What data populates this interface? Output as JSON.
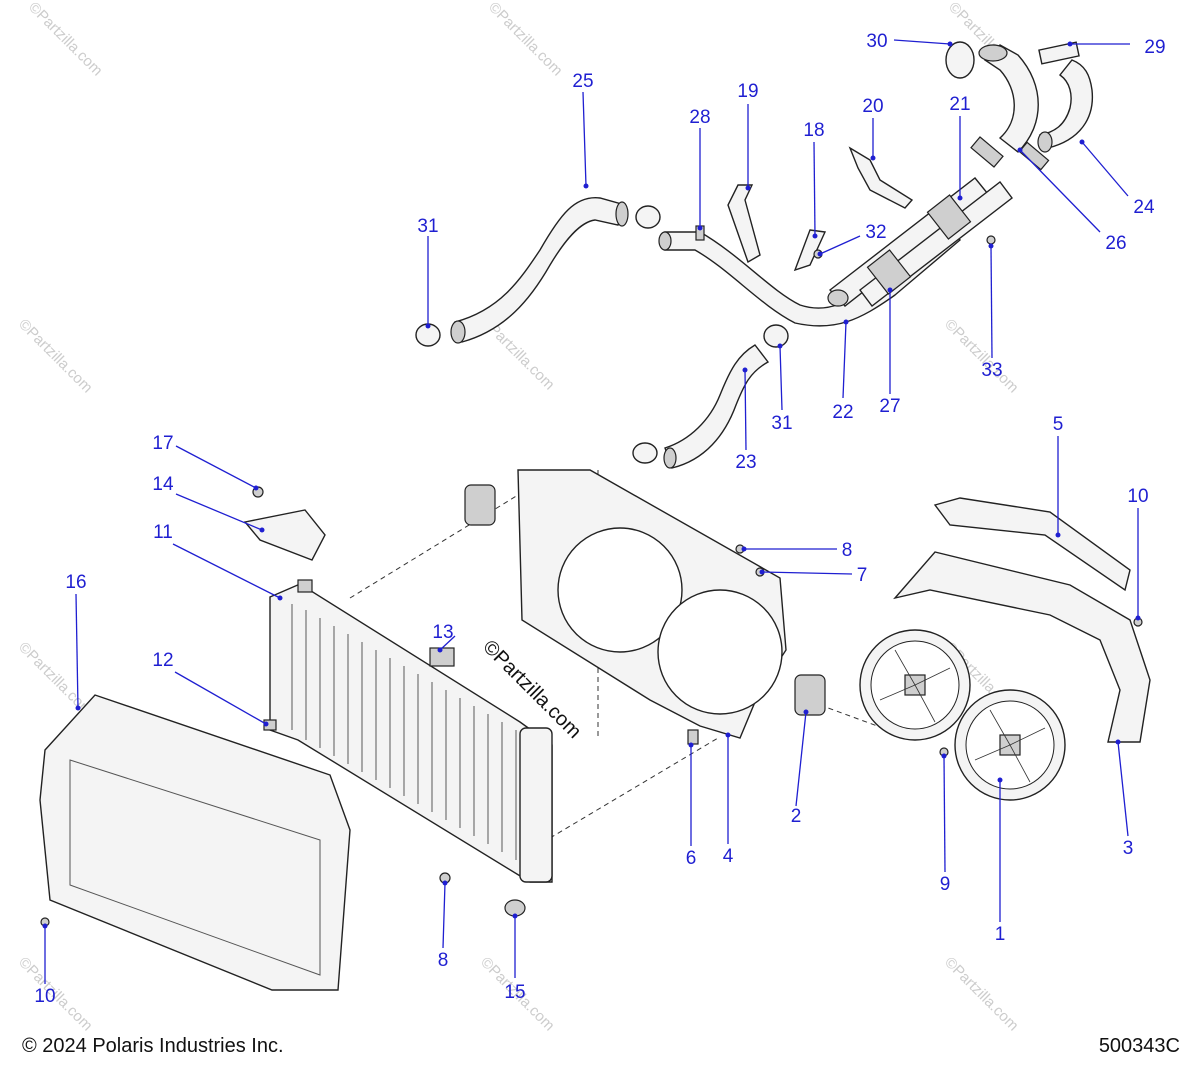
{
  "callouts": [
    "1",
    "2",
    "3",
    "4",
    "5",
    "6",
    "7",
    "8",
    "9",
    "10",
    "11",
    "12",
    "13",
    "14",
    "15",
    "16",
    "17",
    "18",
    "19",
    "20",
    "21",
    "22",
    "23",
    "24",
    "25",
    "26",
    "27",
    "28",
    "29",
    "30",
    "31",
    "32",
    "33"
  ],
  "watermark": {
    "symbol": "©",
    "text": "Partzilla.com"
  },
  "footer": {
    "copyright": "© 2024 Polaris Industries Inc.",
    "diagram_id": "500343C"
  },
  "colors": {
    "callout": "#1f1fd1",
    "line_art": "#222222",
    "watermark": "#cccccc"
  }
}
